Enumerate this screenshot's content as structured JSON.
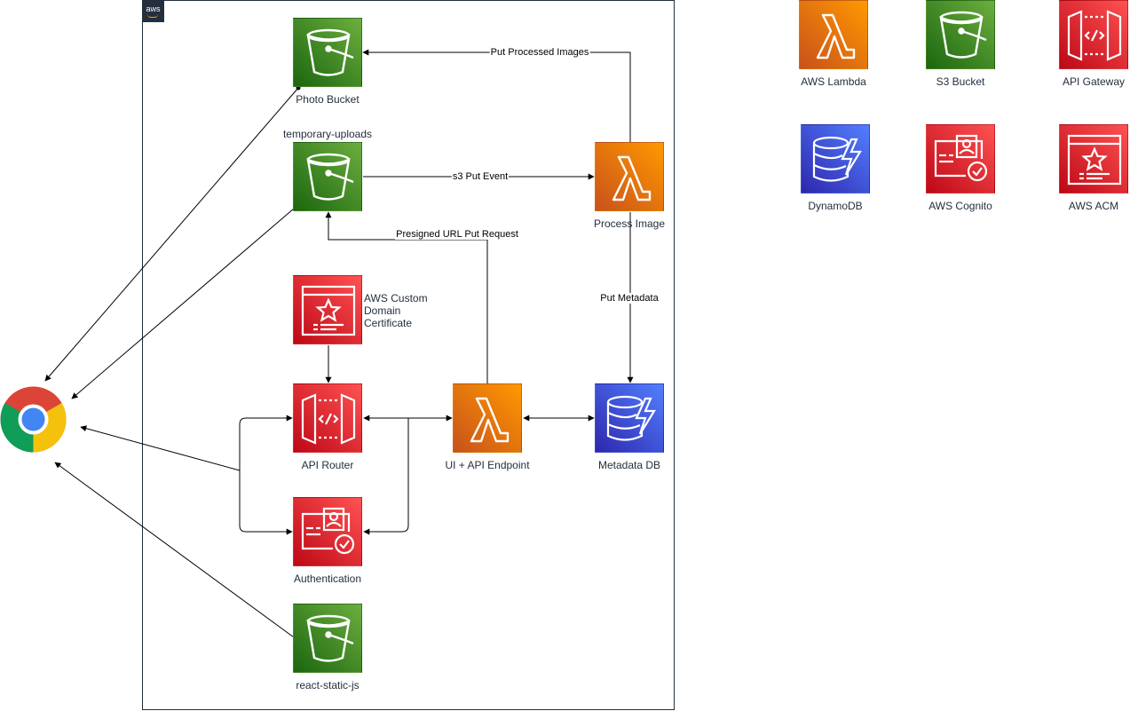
{
  "diagram": {
    "nodes": {
      "photo_bucket": {
        "label": "Photo Bucket",
        "icon": "s3-bucket-icon"
      },
      "temporary_uploads": {
        "label": "temporary-uploads",
        "icon": "s3-bucket-icon"
      },
      "process_image": {
        "label": "Process Image",
        "icon": "lambda-icon"
      },
      "custom_domain_cert": {
        "label": "AWS Custom\nDomain\nCertificate",
        "icon": "acm-icon"
      },
      "api_router": {
        "label": "API Router",
        "icon": "api-gateway-icon"
      },
      "ui_api_endpoint": {
        "label": "UI + API Endpoint",
        "icon": "lambda-icon"
      },
      "metadata_db": {
        "label": "Metadata DB",
        "icon": "dynamodb-icon"
      },
      "authentication": {
        "label": "Authentication",
        "icon": "cognito-icon"
      },
      "react_static_js": {
        "label": "react-static-js",
        "icon": "s3-bucket-icon"
      },
      "browser": {
        "icon": "chrome-icon"
      }
    },
    "edges": {
      "put_processed_images": "Put Processed Images",
      "s3_put_event": "s3 Put Event",
      "presigned_url": "Presigned URL Put Request",
      "put_metadata": "Put Metadata"
    },
    "legend": [
      {
        "label": "AWS Lambda",
        "icon": "lambda-icon"
      },
      {
        "label": "S3 Bucket",
        "icon": "s3-bucket-icon"
      },
      {
        "label": "API Gateway",
        "icon": "api-gateway-icon"
      },
      {
        "label": "DynamoDB",
        "icon": "dynamodb-icon"
      },
      {
        "label": "AWS Cognito",
        "icon": "cognito-icon"
      },
      {
        "label": "AWS ACM",
        "icon": "acm-icon"
      }
    ],
    "aws_badge": "aws",
    "colors": {
      "s3": "#3f8624",
      "lambda": "#ed7100",
      "security_red": "#dd344c",
      "dynamodb": "#3b48cc",
      "frame": "#232f3e"
    }
  }
}
